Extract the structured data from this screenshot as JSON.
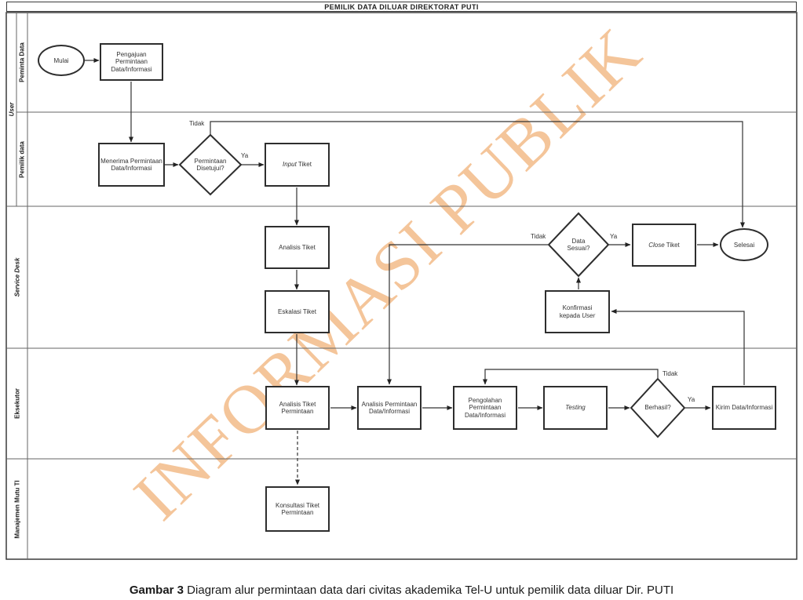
{
  "title": "PEMILIK DATA DILUAR DIREKTORAT PUTI",
  "watermark": "INFORMASI PUBLIK",
  "lanes": {
    "user": "User",
    "peminta_data": "Peminta Data",
    "pemilik_data": "Pemilik data",
    "service_desk": "Service Desk",
    "eksekutor": "Eksekutor",
    "manajemen_mutu_ti": "Manajemen Mutu TI"
  },
  "nodes": {
    "mulai": "Mulai",
    "pengajuan": "Pengajuan Permintaan Data/Informasi",
    "menerima": "Menerima Permintaan Data/Informasi",
    "permintaan_disetujui": "Permintaan Disetujui?",
    "input_tiket": {
      "italic": "Input",
      "rest": " Tiket"
    },
    "analisis_tiket": "Analisis Tiket",
    "eskalasi_tiket": "Eskalasi Tiket",
    "data_sesuai": "Data Sesuai?",
    "close_tiket": {
      "italic": "Close",
      "rest": " Tiket"
    },
    "selesai": "Selesai",
    "konfirmasi": {
      "line1": "Konfirmasi",
      "line2a": "kepada ",
      "line2b": "User"
    },
    "analisis_tiket_permintaan": "Analisis Tiket Permintaan",
    "analisis_permintaan": "Analisis Permintaan Data/Informasi",
    "pengolahan": "Pengolahan Permintaan Data/Informasi",
    "testing": "Testing",
    "berhasil": "Berhasil?",
    "kirim": "Kirim Data/Informasi",
    "konsultasi": "Konsultasi Tiket Permintaan"
  },
  "edge_labels": {
    "permintaan_tidak": "Tidak",
    "permintaan_ya": "Ya",
    "sesuai_tidak": "Tidak",
    "sesuai_ya": "Ya",
    "berhasil_tidak": "Tidak",
    "berhasil_ya": "Ya"
  },
  "caption": {
    "bold": "Gambar 3",
    "rest": " Diagram alur permintaan data dari civitas akademika Tel-U untuk pemilik data diluar Dir. PUTI"
  },
  "colors": {
    "watermark": "#f4c59a",
    "connector": "#333333",
    "shape_border": "#2e2e2e",
    "lane_line": "#666666"
  }
}
